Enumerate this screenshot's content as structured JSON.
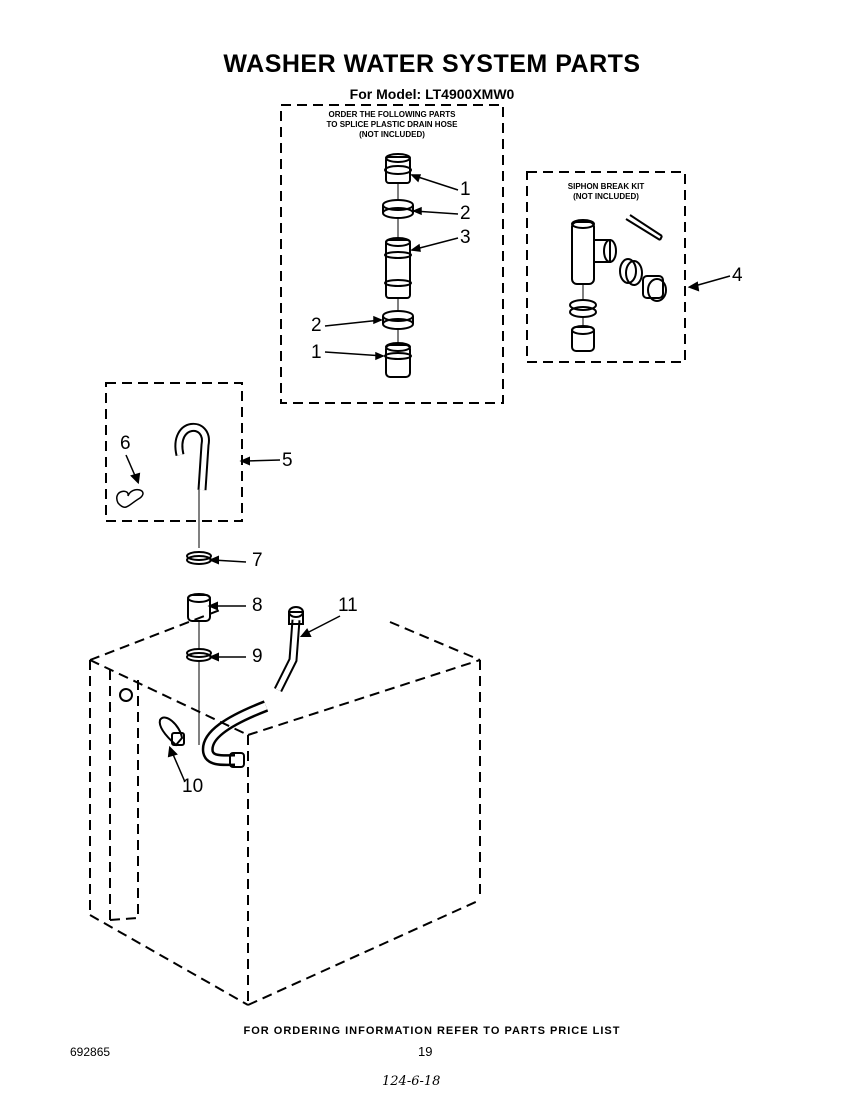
{
  "title": "WASHER WATER SYSTEM PARTS",
  "subtitle": "For Model: LT4900XMW0",
  "splice_box": {
    "caption_line1": "ORDER THE FOLLOWING PARTS",
    "caption_line2": "TO SPLICE PLASTIC DRAIN HOSE",
    "caption_line3": "(NOT INCLUDED)"
  },
  "siphon_box": {
    "caption_line1": "SIPHON BREAK KIT",
    "caption_line2": "(NOT INCLUDED)"
  },
  "callouts": {
    "c1a": "1",
    "c2a": "2",
    "c3": "3",
    "c2b": "2",
    "c1b": "1",
    "c4": "4",
    "c5": "5",
    "c6": "6",
    "c7": "7",
    "c8": "8",
    "c9": "9",
    "c10": "10",
    "c11": "11"
  },
  "footer": "FOR ORDERING INFORMATION REFER TO PARTS PRICE LIST",
  "doc_number": "692865",
  "page_number": "19",
  "handwritten": "124-6-18"
}
